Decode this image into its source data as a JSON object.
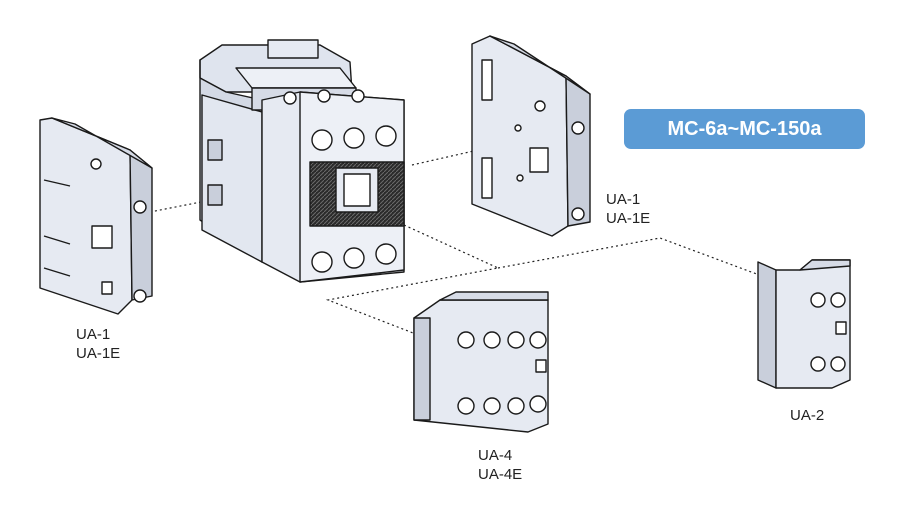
{
  "badge": {
    "text": "MC-6a~MC-150a",
    "color": "#5b9bd5"
  },
  "colors": {
    "body": "#e6eaf2",
    "body_dark": "#c9cfdb",
    "outline": "#1a1a1a",
    "hatch": "#3a3a3a"
  },
  "labels": {
    "left_aux": [
      "UA-1",
      "UA-1E"
    ],
    "right_aux": [
      "UA-1",
      "UA-1E"
    ],
    "front_4": [
      "UA-4",
      "UA-4E"
    ],
    "front_2": [
      "UA-2"
    ]
  }
}
